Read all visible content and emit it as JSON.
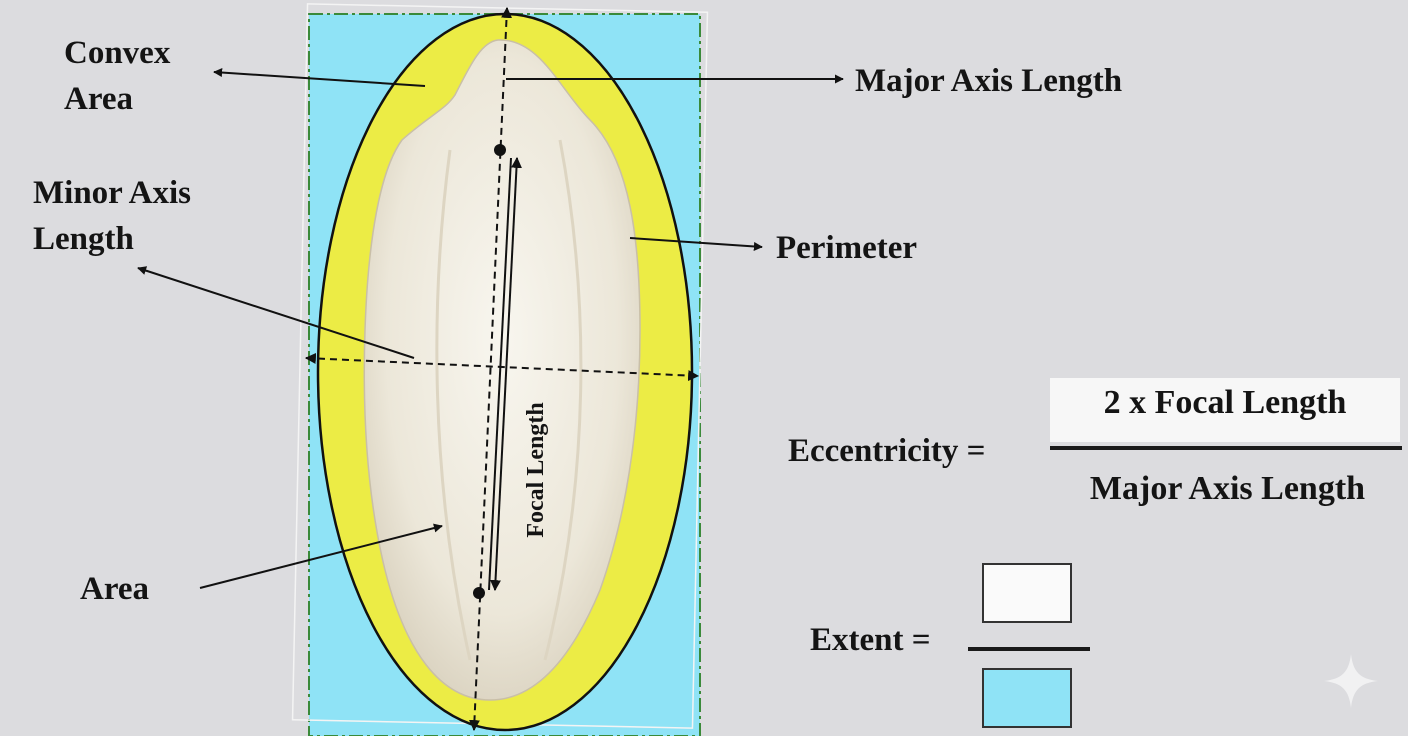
{
  "labels": {
    "convex_area": [
      "Convex",
      "Area"
    ],
    "major_axis_length": "Major Axis Length",
    "minor_axis_length": [
      "Minor Axis",
      "Length"
    ],
    "perimeter": "Perimeter",
    "area": "Area",
    "focal_length": "Focal Length"
  },
  "eccentricity": {
    "label": "Eccentricity =",
    "numerator": "2 x Focal Length",
    "denominator": "Major Axis Length"
  },
  "extent": {
    "label": "Extent ="
  },
  "colors": {
    "background": "#dcdcdf",
    "bounding_box": "#8fe3f6",
    "convex_hull": "#ecec45",
    "grain": "#f1ede2",
    "outline": "#141414"
  }
}
